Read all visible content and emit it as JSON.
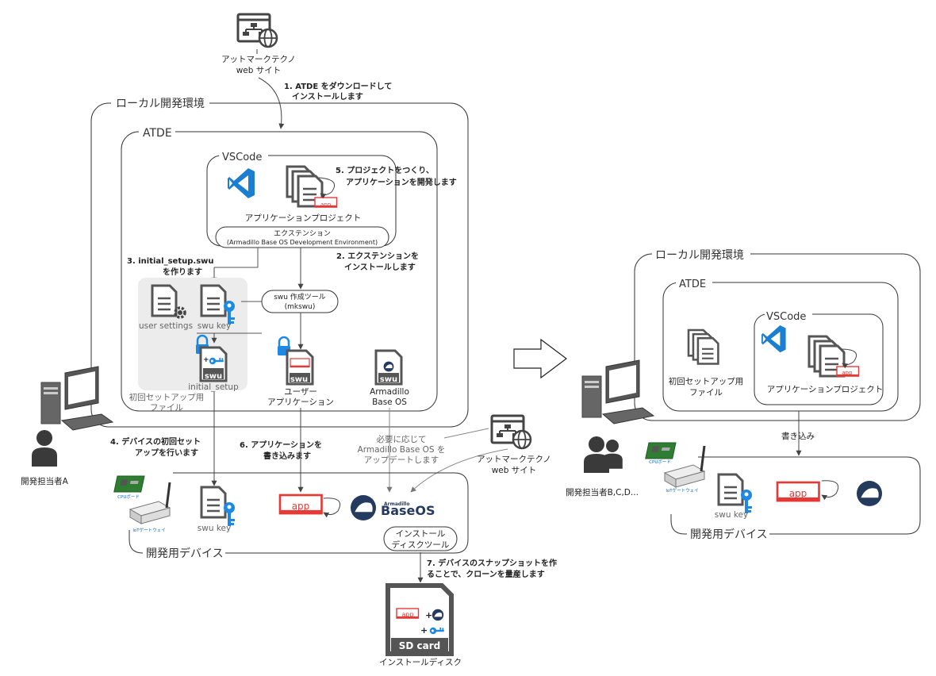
{
  "website_top": {
    "line1": "アットマークテクノ",
    "line2": "web サイト"
  },
  "website_mid": {
    "line1": "アットマークテクノ",
    "line2": "web サイト"
  },
  "local_env_left": "ローカル開発環境",
  "atde_left": "ATDE",
  "vscode_left": "VSCode",
  "app_project": "アプリケーションプロジェクト",
  "extension": {
    "line1": "エクステンション",
    "line2": "(Armadillo Base OS Development Environment)"
  },
  "mkswu": {
    "line1": "swu 作成ツール",
    "line2": "(mkswu)"
  },
  "user_settings": "user settings",
  "swu_key": "swu key",
  "initial_setup": "initial_setup",
  "initial_setup_file": {
    "line1": "初回セットアップ用",
    "line2": "ファイル"
  },
  "user_app": {
    "line1": "ユーザー",
    "line2": "アプリケーション"
  },
  "armadillo_os": {
    "line1": "Armadillo",
    "line2": "Base OS"
  },
  "swu_tag": "swu",
  "app_tag": "app",
  "dev_device_left": "開発用デバイス",
  "install_tool": {
    "line1": "インストール",
    "line2": "ディスクツール"
  },
  "sdcard_label": "SD card",
  "install_disk": "インストールディスク",
  "developer_a": "開発担当者A",
  "developers_bcd": "開発担当者B,C,D...",
  "cpu_board": "CPUボード",
  "iot_gateway": "IoTゲートウェイ",
  "baseos_logo": {
    "small": "Armadillo",
    "big": "BaseOS"
  },
  "update_note": {
    "line1": "必要に応じて",
    "line2": "Armadillo Base OS を",
    "line3": "アップデートします"
  },
  "steps": {
    "s1": {
      "line1": "1. ATDE をダウンロードして",
      "line2": "インストールします"
    },
    "s2": {
      "line1": "2. エクステンションを",
      "line2": "インストールします"
    },
    "s3": {
      "line1": "3. initial_setup.swu",
      "line2": "を作ります"
    },
    "s4": {
      "line1": "4. デバイスの初回セット",
      "line2": "アップを行います"
    },
    "s5": {
      "line1": "5. プロジェクトをつくり、",
      "line2": "アプリケーションを開発します"
    },
    "s6": {
      "line1": "6. アプリケーションを",
      "line2": "書き込みます"
    },
    "s7": {
      "line1": "7. デバイスのスナップショットを作",
      "line2": "ることで、クローンを量産します"
    }
  },
  "right": {
    "local_env": "ローカル開発環境",
    "atde": "ATDE",
    "vscode": "VSCode",
    "initial_setup_file": {
      "line1": "初回セットアップ用",
      "line2": "ファイル"
    },
    "app_project": "アプリケーションプロジェクト",
    "write": "書き込み",
    "swu_key": "swu key",
    "dev_device": "開発用デバイス"
  },
  "colors": {
    "accent_red": "#e53935",
    "accent_blue": "#1e88e5",
    "vscode_blue": "#1a7fd0",
    "icon_gray": "#555555"
  }
}
